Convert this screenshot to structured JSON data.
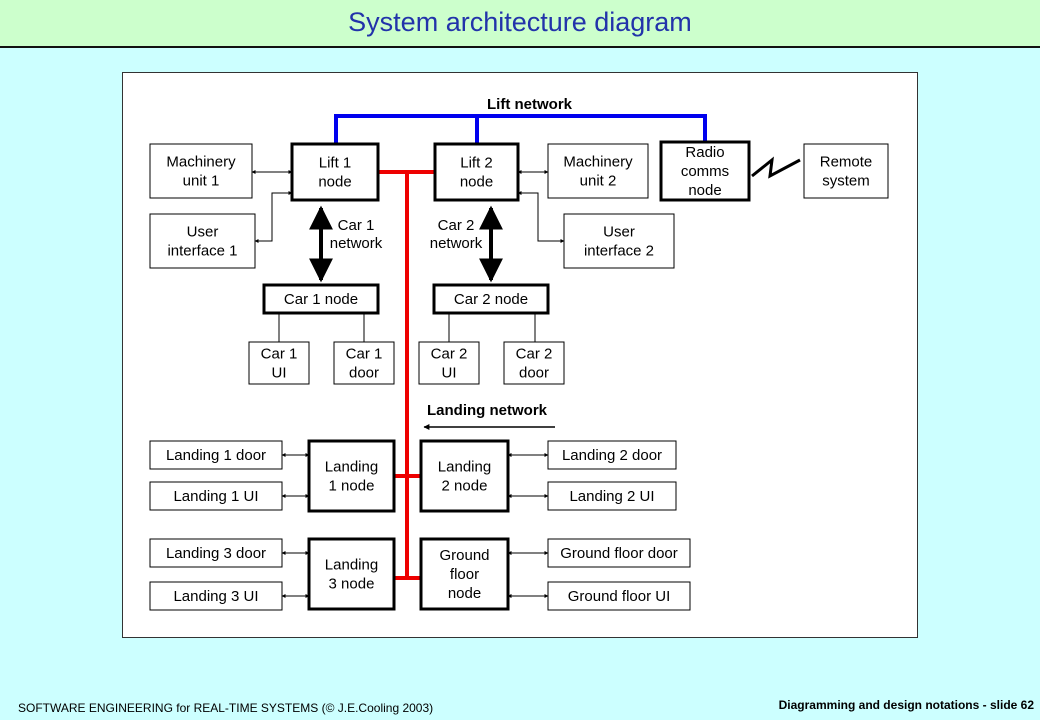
{
  "slide": {
    "title": "System architecture diagram",
    "footer_left": "SOFTWARE ENGINEERING  for REAL-TIME SYSTEMS (© J.E.Cooling 2003)",
    "footer_right": "Diagramming and design notations  - slide 62"
  },
  "colors": {
    "lift_network": "#0000ee",
    "landing_network": "#ee0000",
    "background": "#ccffff",
    "title_band": "#ccffcc",
    "title_text": "#2233aa"
  },
  "labels": {
    "lift_network": "Lift network",
    "landing_network": "Landing network",
    "car1_network": [
      "Car 1",
      "network"
    ],
    "car2_network": [
      "Car 2",
      "network"
    ]
  },
  "boxes": {
    "machinery1": [
      "Machinery",
      "unit 1"
    ],
    "lift1_node": [
      "Lift 1",
      "node"
    ],
    "lift2_node": [
      "Lift 2",
      "node"
    ],
    "machinery2": [
      "Machinery",
      "unit 2"
    ],
    "radio_node": [
      "Radio",
      "comms",
      "node"
    ],
    "remote_system": [
      "Remote",
      "system"
    ],
    "ui1": [
      "User",
      "interface 1"
    ],
    "ui2": [
      "User",
      "interface 2"
    ],
    "car1_node": [
      "Car 1 node"
    ],
    "car2_node": [
      "Car 2 node"
    ],
    "car1_ui": [
      "Car 1",
      "UI"
    ],
    "car1_door": [
      "Car 1",
      "door"
    ],
    "car2_ui": [
      "Car 2",
      "UI"
    ],
    "car2_door": [
      "Car 2",
      "door"
    ],
    "landing1_door": [
      "Landing 1 door"
    ],
    "landing1_ui": [
      "Landing 1 UI"
    ],
    "landing1_node": [
      "Landing",
      "1 node"
    ],
    "landing2_node": [
      "Landing",
      "2 node"
    ],
    "landing2_door": [
      "Landing 2 door"
    ],
    "landing2_ui": [
      "Landing 2 UI"
    ],
    "landing3_door": [
      "Landing 3 door"
    ],
    "landing3_ui": [
      "Landing 3 UI"
    ],
    "landing3_node": [
      "Landing",
      "3 node"
    ],
    "ground_node": [
      "Ground",
      "floor",
      "node"
    ],
    "ground_door": [
      "Ground floor door"
    ],
    "ground_ui": [
      "Ground floor UI"
    ]
  }
}
